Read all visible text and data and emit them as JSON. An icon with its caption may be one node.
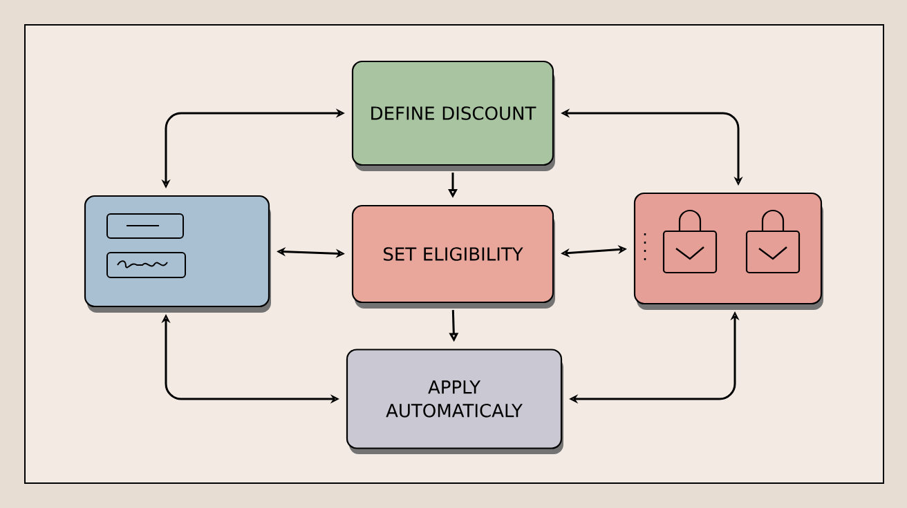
{
  "diagram": {
    "nodes": [
      {
        "text": [
          "DEFINE DISCOUNT"
        ]
      },
      {
        "text": [],
        "shape": "box"
      },
      {
        "text": [
          "SET ELIGIBILITY"
        ]
      },
      {
        "text": [],
        "shape": "box"
      },
      {
        "text": [
          "APPLY AUTOMATICALY"
        ]
      }
    ],
    "edges": [
      {
        "from": 0,
        "to": 1,
        "arrow": "both"
      },
      {
        "from": 0,
        "to": 3,
        "arrow": "both"
      },
      {
        "from": 0,
        "to": 2,
        "arrow": "to"
      },
      {
        "from": 1,
        "to": 2,
        "arrow": "both"
      },
      {
        "from": 2,
        "to": 3,
        "arrow": "both"
      },
      {
        "from": 2,
        "to": 4,
        "arrow": "to"
      },
      {
        "from": 1,
        "to": 4,
        "arrow": "both"
      },
      {
        "from": 3,
        "to": 4,
        "arrow": "both"
      }
    ]
  }
}
